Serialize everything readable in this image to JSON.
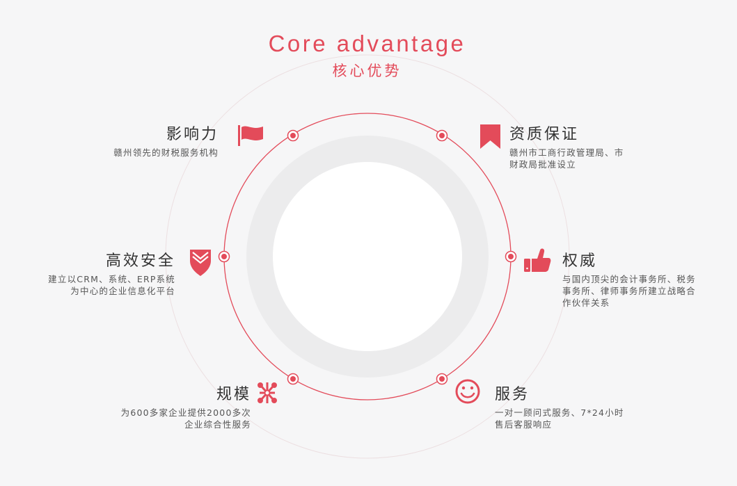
{
  "header": {
    "title_en": "Core advantage",
    "title_cn": "核心优势"
  },
  "colors": {
    "accent": "#e34b5a",
    "background": "#f6f6f7",
    "text": "#333333"
  },
  "advantages": [
    {
      "title": "影响力",
      "desc": "赣州领先的财税服务机构",
      "icon": "flag-icon"
    },
    {
      "title": "资质保证",
      "desc_lines": [
        "赣州市工商行政管理局、市",
        "财政局批准设立"
      ],
      "icon": "bookmark-icon"
    },
    {
      "title": "高效安全",
      "desc_lines": [
        "建立以CRM、系统、ERP系统",
        "为中心的企业信息化平台"
      ],
      "icon": "shield-icon"
    },
    {
      "title": "权威",
      "desc_lines": [
        "与国内顶尖的会计事务所、税务",
        "事务所、律师事务所建立战略合",
        "作伙伴关系"
      ],
      "icon": "thumbs-up-icon"
    },
    {
      "title": "规模",
      "desc_lines": [
        "为600多家企业提供2000多次",
        "企业综合性服务"
      ],
      "icon": "network-icon"
    },
    {
      "title": "服务",
      "desc_lines": [
        "一对一顾问式服务、7*24小时",
        "售后客服响应"
      ],
      "icon": "smiley-icon"
    }
  ]
}
